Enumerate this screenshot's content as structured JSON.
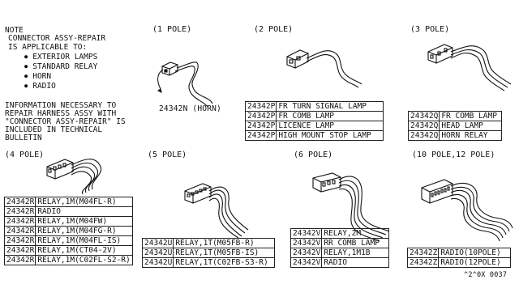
{
  "note": {
    "title": "NOTE",
    "line1": "CONNECTOR ASSY-REPAIR",
    "line2": "IS APPLICABLE TO:",
    "bullets": [
      "EXTERIOR LAMPS",
      "STANDARD RELAY",
      "HORN",
      "RADIO"
    ],
    "info": [
      "INFORMATION NECESSARY TO",
      "REPAIR HARNESS ASSY WITH",
      "\"CONNECTOR ASSY-REPAIR\" IS",
      "INCLUDED IN TECHNICAL",
      "BULLETIN"
    ]
  },
  "groups": {
    "pole1": {
      "title": "(1 POLE)",
      "label": "24342N (HORN)"
    },
    "pole2": {
      "title": "(2 POLE)",
      "rows": [
        [
          "24342P",
          "FR TURN SIGNAL LAMP"
        ],
        [
          "24342P",
          "FR COMB LAMP"
        ],
        [
          "24342P",
          "LICENCE LAMP"
        ],
        [
          "24342P",
          "HIGH MOUNT STOP LAMP"
        ]
      ]
    },
    "pole3": {
      "title": "(3 POLE)",
      "rows": [
        [
          "24342Q",
          "FR COMB LAMP"
        ],
        [
          "24342Q",
          "HEAD LAMP"
        ],
        [
          "24342Q",
          "HORN RELAY"
        ]
      ]
    },
    "pole4": {
      "title": "(4 POLE)",
      "rows": [
        [
          "24342R",
          "RELAY,1M(M04FL-R)"
        ],
        [
          "24342R",
          "RADIO"
        ],
        [
          "24342R",
          "RELAY,1M(M04FW)"
        ],
        [
          "24342R",
          "RELAY,1M(M04FG-R)"
        ],
        [
          "24342R",
          "RELAY,1M(M04FL-IS)"
        ],
        [
          "24342R",
          "RELAY,1M(CT04-2V)"
        ],
        [
          "24342R",
          "RELAY,1M(C02FL-S2-R)"
        ]
      ]
    },
    "pole5": {
      "title": "(5 POLE)",
      "rows": [
        [
          "24342U",
          "RELAY,1T(M05FB-R)"
        ],
        [
          "24342U",
          "RELAY,1T(M05FB-IS)"
        ],
        [
          "24342U",
          "RELAY,1T(C02FB-S3-R)"
        ]
      ]
    },
    "pole6": {
      "title": "(6 POLE)",
      "rows": [
        [
          "24342V",
          "RELAY,2M"
        ],
        [
          "24342V",
          "RR COMB LAMP"
        ],
        [
          "24342V",
          "RELAY,1M1B"
        ],
        [
          "24342V",
          "RADIO"
        ]
      ]
    },
    "pole10": {
      "title": "(10 POLE,12 POLE)",
      "rows": [
        [
          "24342Z",
          "RADIO(10POLE)"
        ],
        [
          "24342Z",
          "RADIO(12POLE)"
        ]
      ]
    }
  },
  "footer_code": "^2^0X 0037"
}
